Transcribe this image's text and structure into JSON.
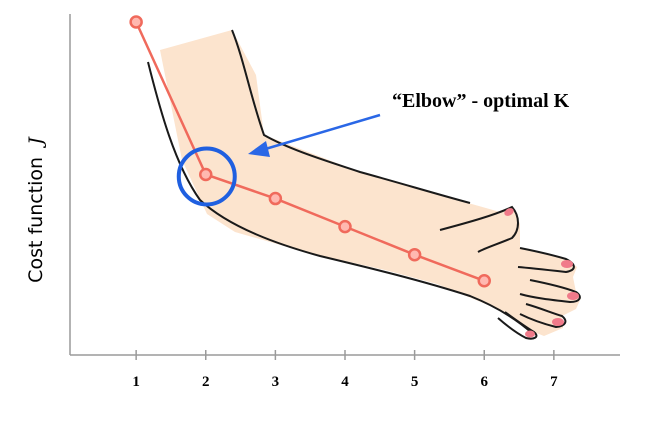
{
  "chart_data": {
    "type": "line",
    "x": [
      1,
      2,
      3,
      4,
      5,
      6
    ],
    "values": [
      10.0,
      6.2,
      5.6,
      4.9,
      4.2,
      3.55
    ],
    "xticks": [
      "1",
      "2",
      "3",
      "4",
      "5",
      "6",
      "7"
    ],
    "xlim": [
      0.05,
      7.95
    ],
    "ylim": [
      1.7,
      10.2
    ],
    "ylabel_text": "Cost function",
    "ylabel_symbol": "J",
    "annotation": "“Elbow” - optimal K",
    "highlight_x": 2,
    "grid": false,
    "colors": {
      "line": "#f06a5c",
      "marker_ring": "#f06a5c",
      "marker_fill": "#ffb8b0",
      "highlight": "#1f5fe0",
      "arrow": "#2a67e6",
      "arm_fill": "#fce4ce",
      "arm_outline": "#1a1a1a",
      "nails": "#f07a8a"
    }
  }
}
